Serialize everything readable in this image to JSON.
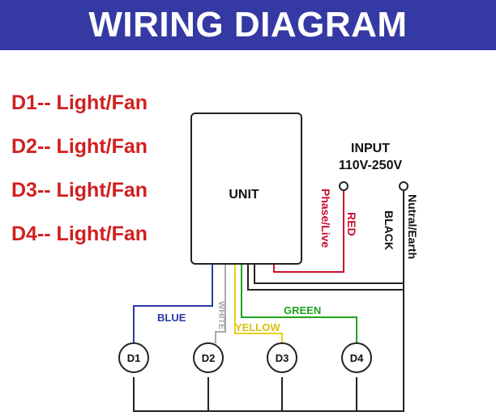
{
  "title": "WIRING DIAGRAM",
  "legend": [
    "D1-- Light/Fan",
    "D2-- Light/Fan",
    "D3-- Light/Fan",
    "D4-- Light/Fan"
  ],
  "unit_label": "UNIT",
  "input": {
    "line1": "INPUT",
    "line2": "110V-250V"
  },
  "wires": {
    "red": "RED",
    "phase": "Phase/Live",
    "black": "BLACK",
    "neutral": "Nutral/Earth",
    "blue": "BLUE",
    "white": "WHITE",
    "yellow": "YELLOW",
    "green": "GREEN"
  },
  "devices": [
    "D1",
    "D2",
    "D3",
    "D4"
  ],
  "colors": {
    "banner": "#3539a3",
    "legend_text": "#d11f1f",
    "red_wire": "#c8102e",
    "blue_wire": "#2b3aa8",
    "white_wire": "#a9a9a9",
    "yellow_wire": "#e8d21a",
    "green_wire": "#1ea31e",
    "black_wire": "#222222"
  }
}
